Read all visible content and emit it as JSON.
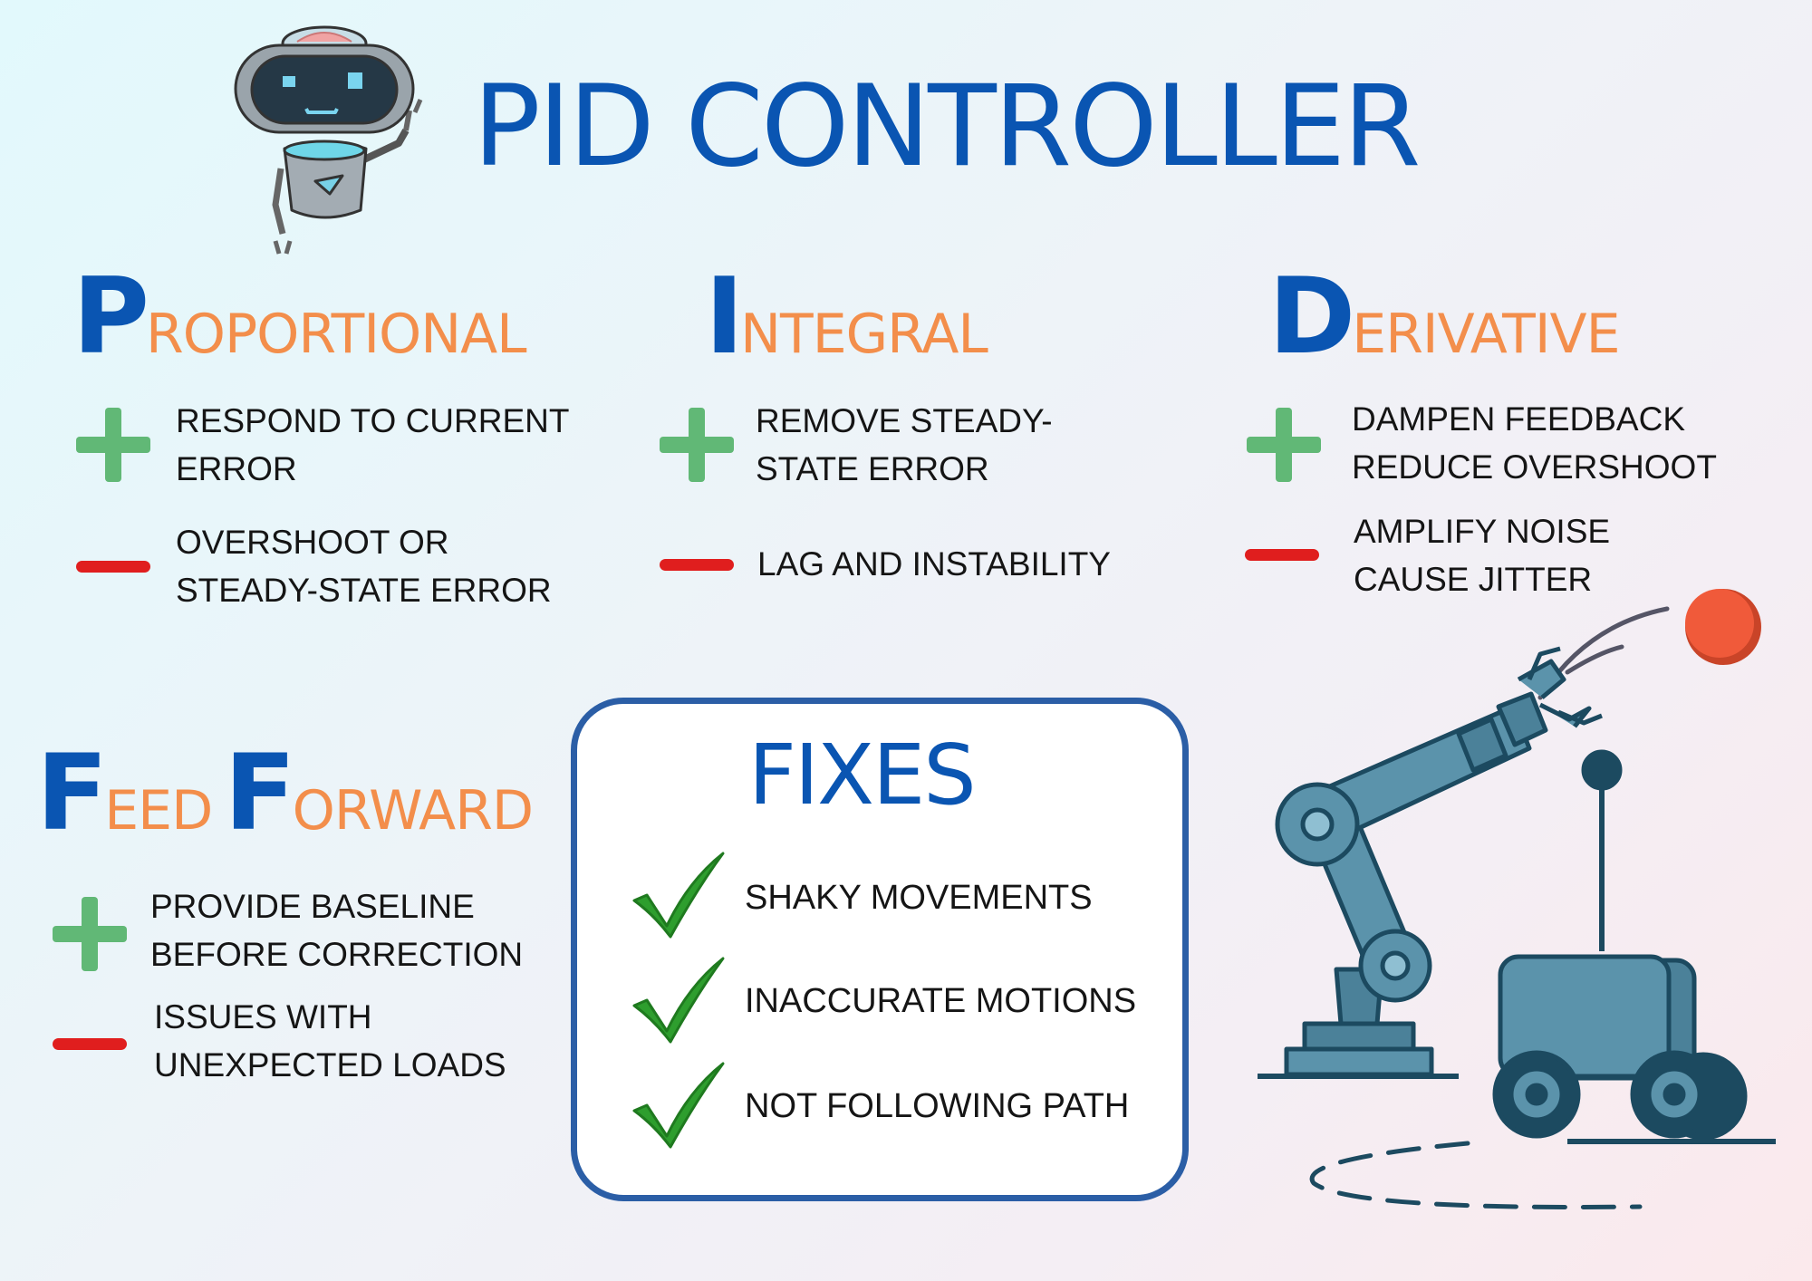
{
  "title": "PID CONTROLLER",
  "colors": {
    "heading_blue": "#0a55b2",
    "heading_orange": "#f38e4b",
    "pro_green": "#61b876",
    "con_red": "#e01e1e",
    "check_green": "#2e9e2e",
    "box_border": "#2b5ea6",
    "machine_blue": "#5b93ab",
    "machine_dark": "#1c4a60",
    "ball": "#f05a3a"
  },
  "icons": [
    "robot-mascot-icon",
    "plus-icon",
    "minus-icon",
    "checkmark-icon",
    "robot-arm-icon",
    "ball-icon",
    "rover-robot-icon"
  ],
  "sections": {
    "proportional": {
      "initial": "P",
      "rest": "ROPORTIONAL",
      "pro": [
        "RESPOND TO CURRENT",
        "ERROR"
      ],
      "con": [
        "OVERSHOOT OR",
        "STEADY-STATE ERROR"
      ]
    },
    "integral": {
      "initial": "I",
      "rest": "NTEGRAL",
      "pro": [
        "REMOVE STEADY-",
        "STATE ERROR"
      ],
      "con": [
        "LAG AND INSTABILITY"
      ]
    },
    "derivative": {
      "initial": "D",
      "rest": "ERIVATIVE",
      "pro": [
        "DAMPEN FEEDBACK",
        "REDUCE OVERSHOOT"
      ],
      "con": [
        "AMPLIFY NOISE",
        "CAUSE JITTER"
      ]
    },
    "feedforward": {
      "initial1": "F",
      "rest1": "EED",
      "initial2": "F",
      "rest2": "ORWARD",
      "pro": [
        "PROVIDE BASELINE",
        "BEFORE CORRECTION"
      ],
      "con": [
        "ISSUES WITH",
        "UNEXPECTED LOADS"
      ]
    }
  },
  "fixes": {
    "title": "FIXES",
    "items": [
      "SHAKY MOVEMENTS",
      "INACCURATE MOTIONS",
      "NOT FOLLOWING PATH"
    ]
  }
}
